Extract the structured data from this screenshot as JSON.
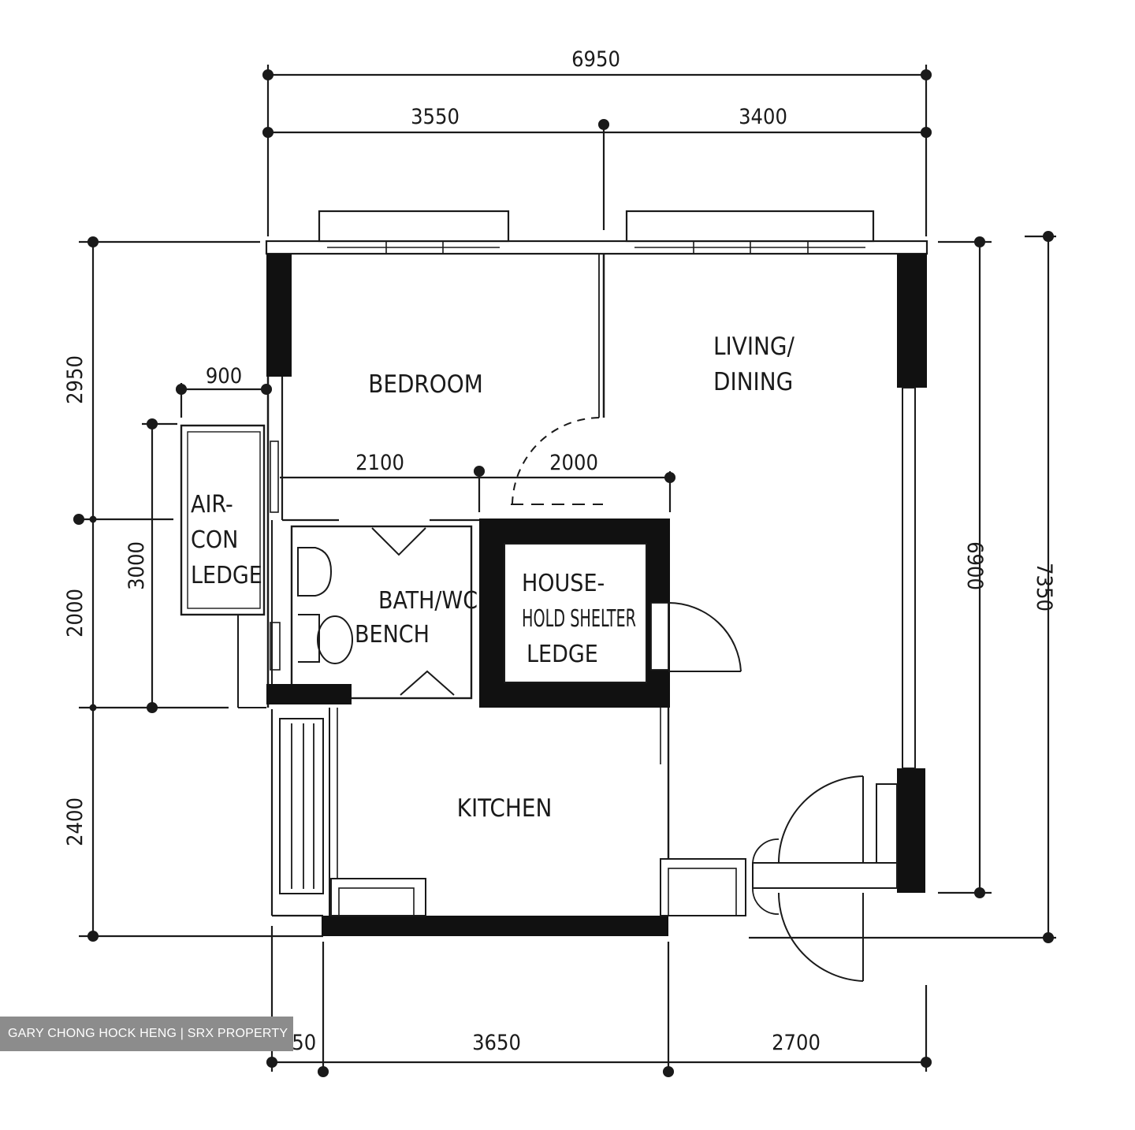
{
  "rooms": {
    "bedroom": "BEDROOM",
    "living_line1": "LIVING/",
    "living_line2": "DINING",
    "aircon_line1": "AIR-",
    "aircon_line2": "CON",
    "aircon_line3": "LEDGE",
    "bath_line1": "BATH/WC",
    "bath_line2": "BENCH",
    "household_line1": "HOUSE-",
    "household_line2": "HOLD SHELTER",
    "household_line3": "LEDGE",
    "kitchen": "KITCHEN"
  },
  "dimensions": {
    "top_total": "6950",
    "top_left": "3550",
    "top_right": "3400",
    "left_top": "2950",
    "left_middle": "2000",
    "left_bottom": "2400",
    "aircon_width": "900",
    "aircon_height": "3000",
    "inner_left": "2100",
    "inner_right": "2000",
    "right_inner": "6900",
    "right_outer": "7350",
    "bottom_left": "550",
    "bottom_middle": "3650",
    "bottom_right": "2700"
  },
  "watermark": "GARY CHONG HOCK HENG | SRX PROPERTY"
}
